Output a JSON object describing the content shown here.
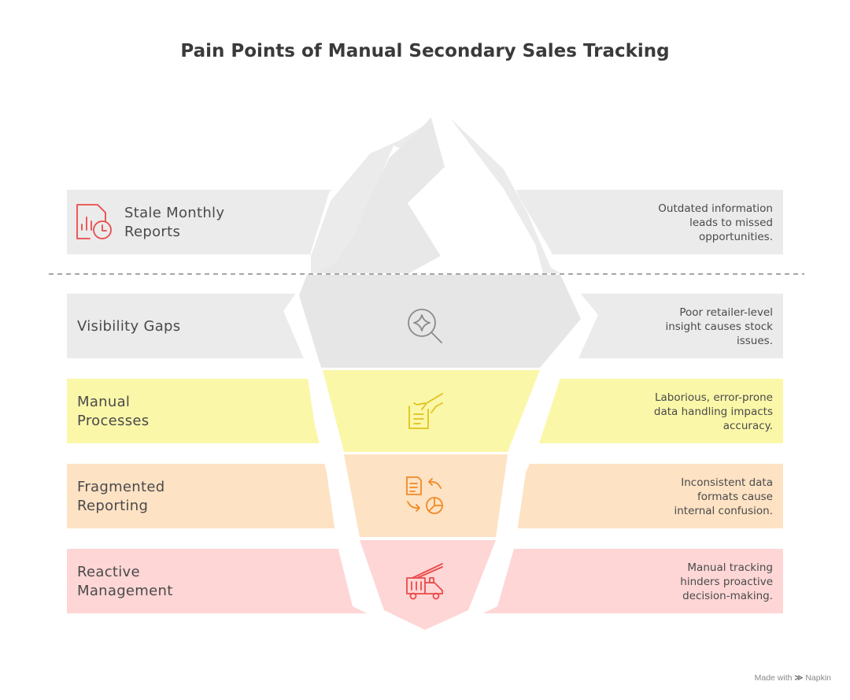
{
  "title": "Pain Points of Manual Secondary Sales Tracking",
  "colors": {
    "gray": "#ebebeb",
    "yellow": "#fbf7a9",
    "orange": "#fde2c4",
    "pink": "#fed6d6",
    "icon_gray": "#8a8a8a",
    "icon_yellow": "#e0c21a",
    "icon_orange": "#f08a24",
    "icon_red": "#ea4a4a"
  },
  "layers": [
    {
      "label": "Stale Monthly\nReports",
      "description": "Outdated information leads to missed opportunities.",
      "icon": "report-clock-icon",
      "color": "gray"
    },
    {
      "label": "Visibility Gaps",
      "description": "Poor retailer-level insight causes stock issues.",
      "icon": "magnifier-sparkle-icon",
      "color": "gray"
    },
    {
      "label": "Manual\nProcesses",
      "description": "Laborious, error-prone data handling impacts accuracy.",
      "icon": "hand-document-icon",
      "color": "yellow"
    },
    {
      "label": "Fragmented\nReporting",
      "description": "Inconsistent data formats cause internal confusion.",
      "icon": "document-chart-exchange-icon",
      "color": "orange"
    },
    {
      "label": "Reactive\nManagement",
      "description": "Manual tracking hinders proactive decision-making.",
      "icon": "fire-truck-icon",
      "color": "pink"
    }
  ],
  "watermark": {
    "prefix": "Made with",
    "brand": "Napkin"
  }
}
